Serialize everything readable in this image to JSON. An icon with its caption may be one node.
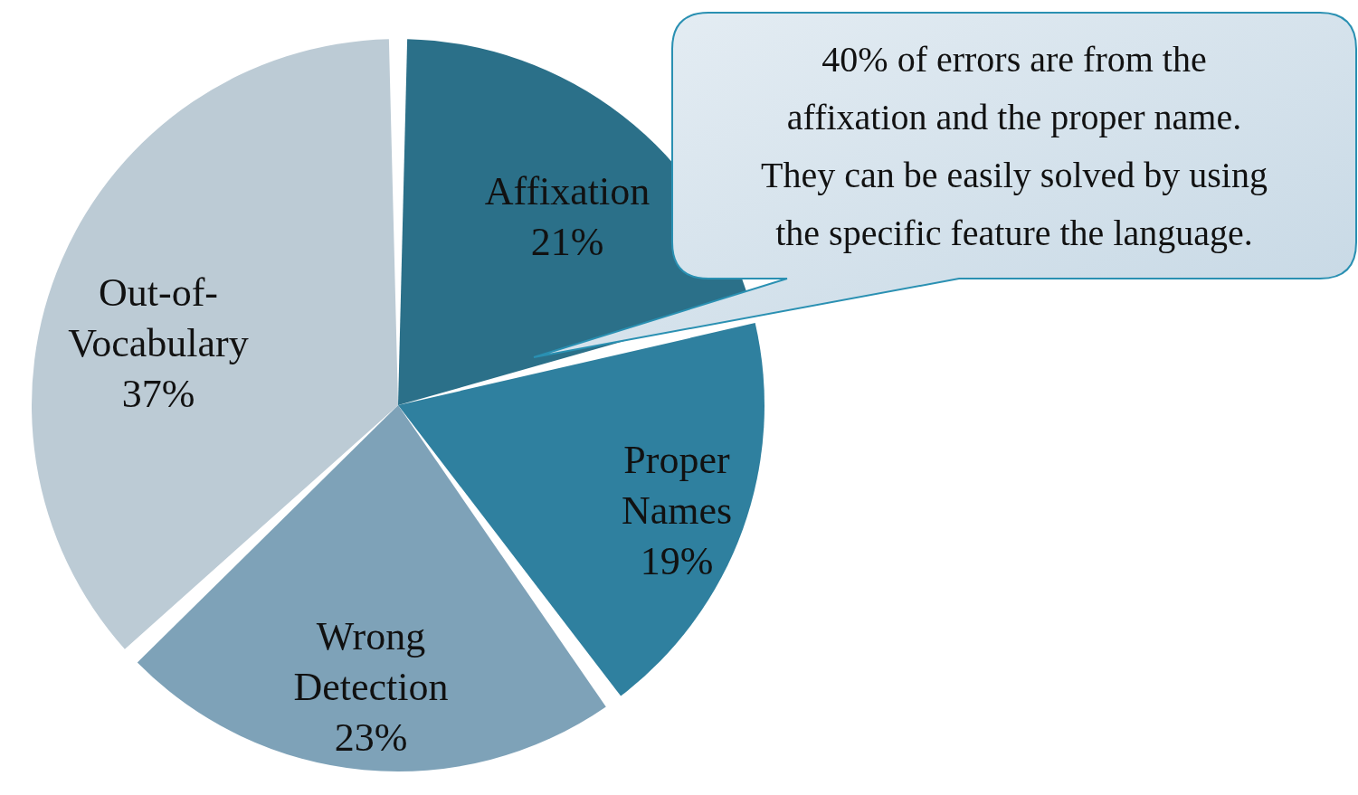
{
  "diagram": {
    "nodes": [
      {
        "text": [
          "40% of errors are from the affixation and the proper name. They can be easily solved by using the specific feature the language."
        ]
      }
    ],
    "chart_data": {
      "type": "pie",
      "categories": [
        "Affixation",
        "Proper Names",
        "Wrong Detection",
        "Out-of-Vocabulary"
      ],
      "values": [
        21,
        19,
        23,
        37
      ],
      "data_labels": true,
      "value_labels": [
        "21%",
        "19%",
        "23%",
        "37%"
      ]
    }
  }
}
